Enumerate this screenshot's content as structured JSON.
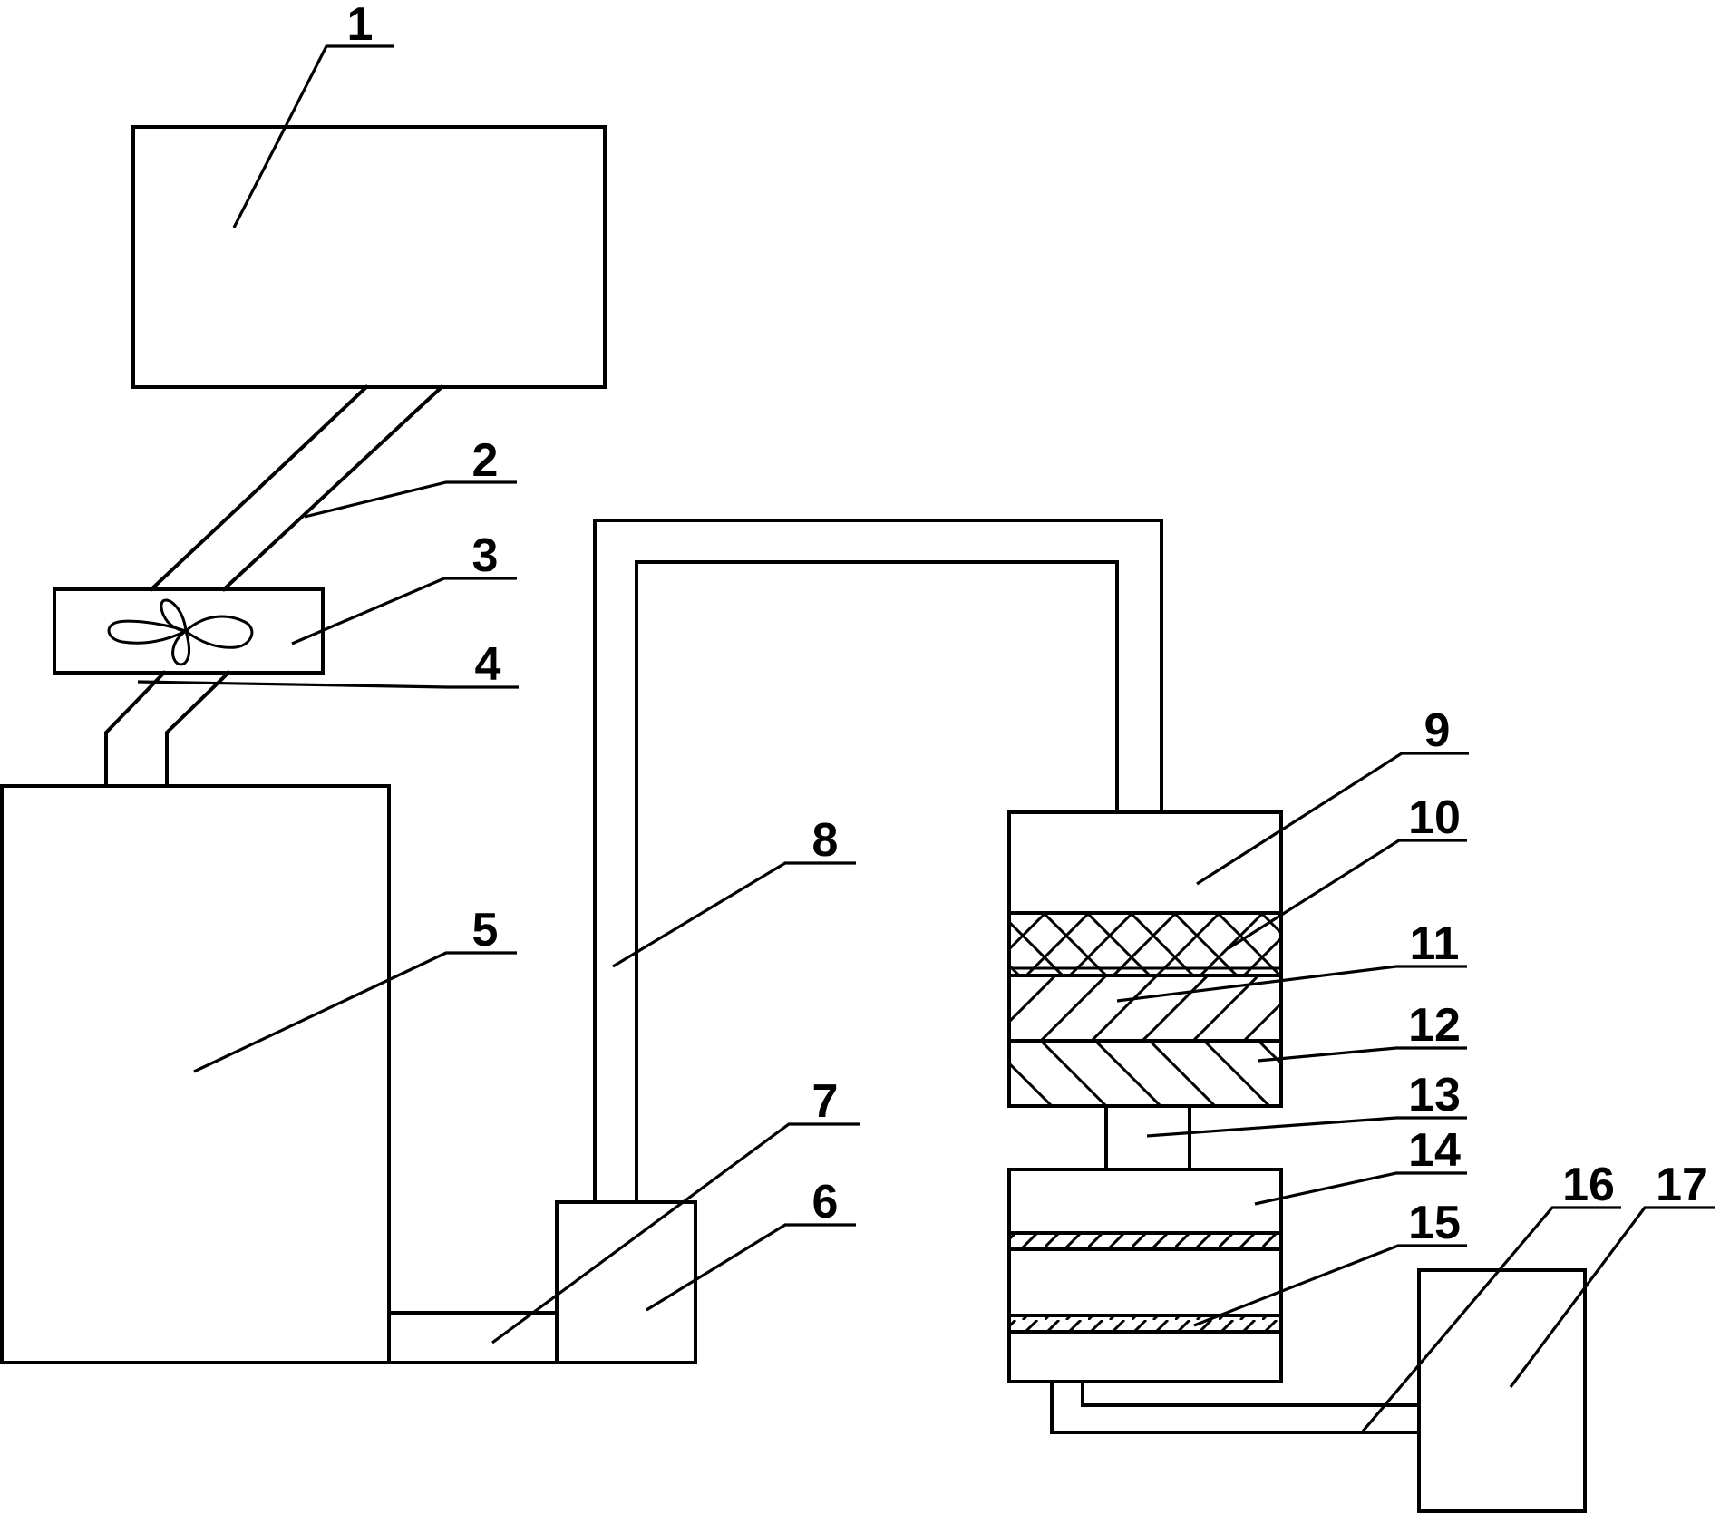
{
  "figure": {
    "labels": {
      "l1": "1",
      "l2": "2",
      "l3": "3",
      "l4": "4",
      "l5": "5",
      "l6": "6",
      "l7": "7",
      "l8": "8",
      "l9": "9",
      "l10": "10",
      "l11": "11",
      "l12": "12",
      "l13": "13",
      "l14": "14",
      "l15": "15",
      "l16": "16",
      "l17": "17"
    },
    "fan_icon": "fan-icon",
    "colors": {
      "line": "#000000",
      "background": "#ffffff"
    }
  }
}
